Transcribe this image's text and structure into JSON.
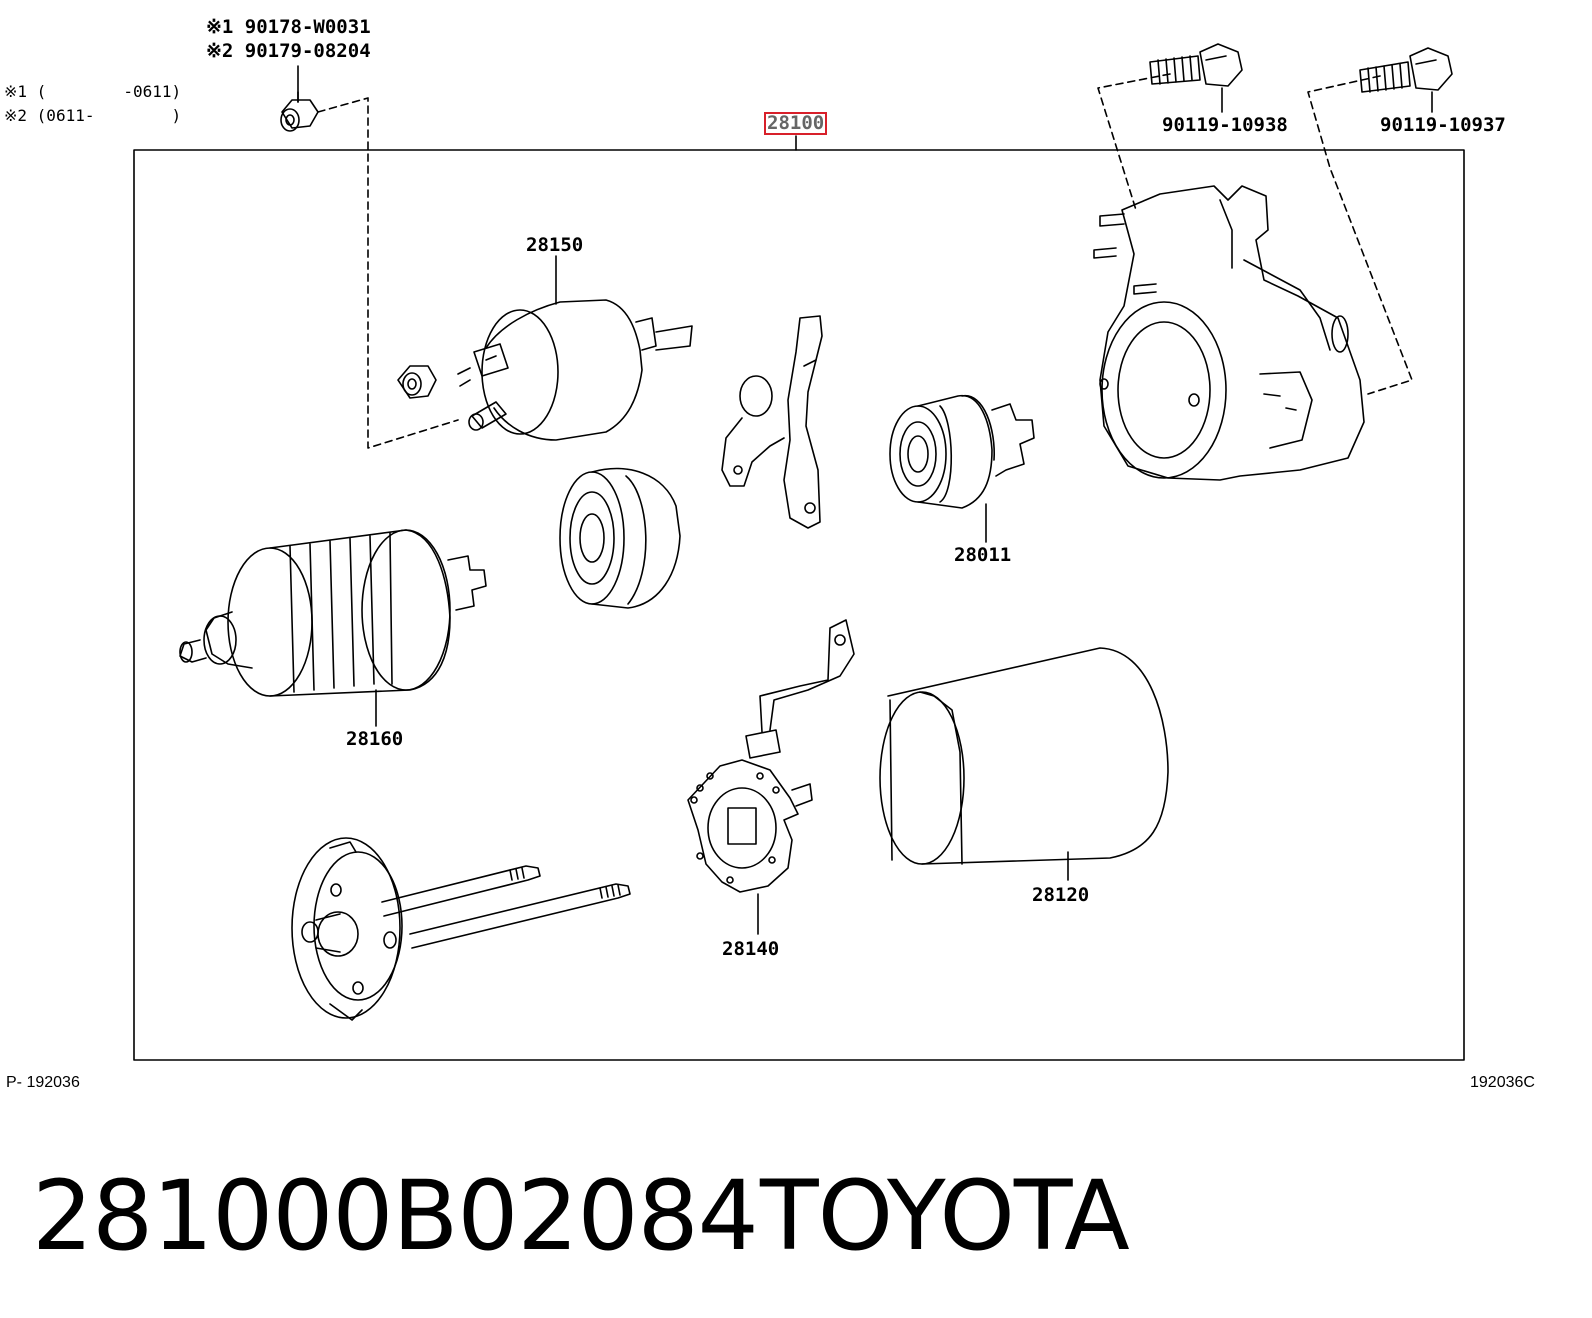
{
  "notes": {
    "ref1": "※1 90178-W0031",
    "ref2": "※2 90179-08204",
    "range1": "※1 (        -0611)",
    "range2": "※2 (0611-        )"
  },
  "parts": {
    "assembly": "28100",
    "solenoid": "28150",
    "armature": "28160",
    "clutch": "28011",
    "brush_holder": "28140",
    "yoke": "28120",
    "bolt_a": "90119-10938",
    "bolt_b": "90119-10937"
  },
  "footer": {
    "left_code": "P- 192036",
    "right_code": "192036C"
  },
  "caption": {
    "part_number": "281000B02084",
    "brand": "TOYOTA"
  },
  "colors": {
    "line": "#000000",
    "highlight": "#d8202a"
  }
}
